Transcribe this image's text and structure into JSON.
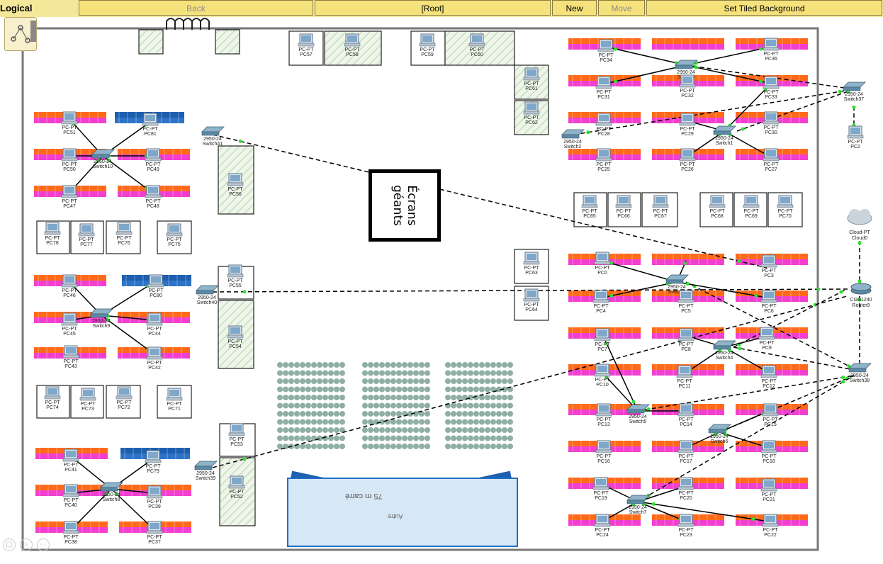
{
  "toolbar": {
    "mode": "Logical",
    "back": "Back",
    "root": "[Root]",
    "new_cluster": "New Cluster",
    "move_object": "Move Object",
    "set_tiled_background": "Set Tiled Background"
  },
  "room": {
    "screens_label_1": "Écrans",
    "screens_label_2": "géants",
    "stage_label": "75 m carré",
    "stage_sub": "Autre"
  },
  "cloud": {
    "type": "Cloud-PT",
    "name": "Cloud0"
  },
  "router": {
    "type": "CGR1240",
    "name": "Router9"
  },
  "switches": [
    {
      "name": "Switch0",
      "model": "2950-24"
    },
    {
      "name": "Switch1",
      "model": "2950-24"
    },
    {
      "name": "Switch2",
      "model": "2950-24"
    },
    {
      "name": "Switch3",
      "model": "2950-24"
    },
    {
      "name": "Switch4",
      "model": "2950-24"
    },
    {
      "name": "Switch5",
      "model": "2950-24"
    },
    {
      "name": "Switch6",
      "model": "2950-24"
    },
    {
      "name": "Switch7",
      "model": "2950-24"
    },
    {
      "name": "Switch8",
      "model": "2950-24"
    },
    {
      "name": "Switch9",
      "model": "2950-24"
    },
    {
      "name": "Switch10",
      "model": "2950-24"
    },
    {
      "name": "Switch37",
      "model": "2950-24"
    },
    {
      "name": "Switch38",
      "model": "2950-24"
    },
    {
      "name": "Switch39",
      "model": "2950-24"
    },
    {
      "name": "Switch40",
      "model": "2950-24"
    },
    {
      "name": "Switch41",
      "model": "2950-24"
    }
  ],
  "pc_type": "PC-PT"
}
